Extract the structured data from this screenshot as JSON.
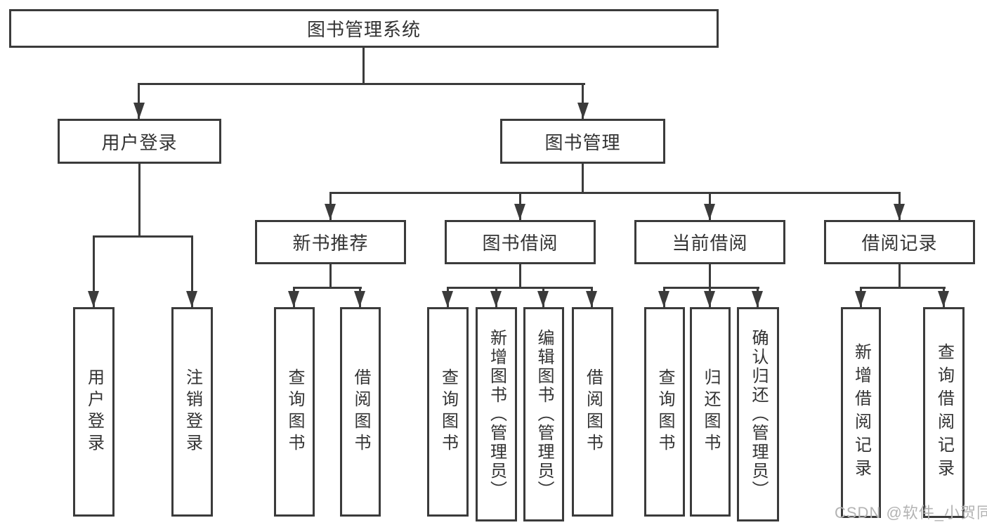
{
  "diagram": {
    "type": "tree",
    "root": {
      "label": "图书管理系统",
      "children": [
        {
          "label": "用户登录",
          "children": [
            {
              "label": "用户登录"
            },
            {
              "label": "注销登录"
            }
          ]
        },
        {
          "label": "图书管理",
          "children": [
            {
              "label": "新书推荐",
              "children": [
                {
                  "label": "查询图书"
                },
                {
                  "label": "借阅图书"
                }
              ]
            },
            {
              "label": "图书借阅",
              "children": [
                {
                  "label": "查询图书"
                },
                {
                  "label": "新增图书（管理员）"
                },
                {
                  "label": "编辑图书（管理员）"
                },
                {
                  "label": "借阅图书"
                }
              ]
            },
            {
              "label": "当前借阅",
              "children": [
                {
                  "label": "查询图书"
                },
                {
                  "label": "归还图书"
                },
                {
                  "label": "确认归还（管理员）"
                }
              ]
            },
            {
              "label": "借阅记录",
              "children": [
                {
                  "label": "新增借阅记录"
                },
                {
                  "label": "查询借阅记录"
                }
              ]
            }
          ]
        }
      ]
    },
    "colors": {
      "line": "#3b3b3b",
      "text": "#333333",
      "watermark": "#b3b3b3",
      "background": "#ffffff"
    }
  },
  "watermark": {
    "text": "CSDN @软件_小贺同学"
  }
}
